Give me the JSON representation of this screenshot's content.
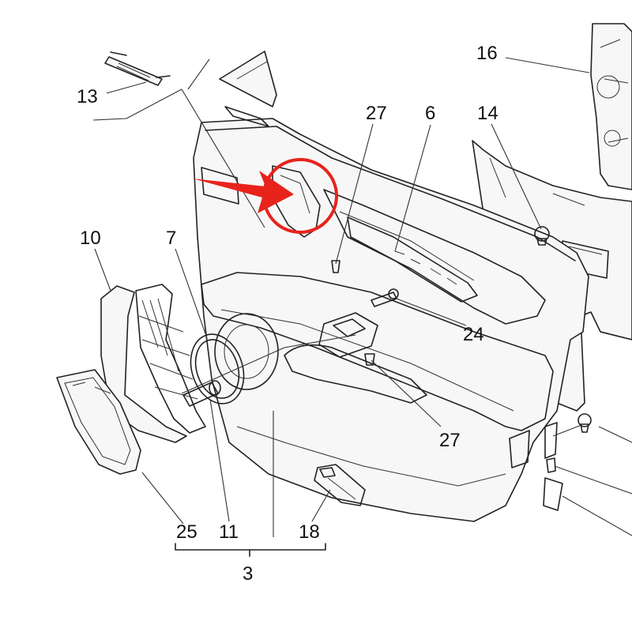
{
  "labels": {
    "p13": "13",
    "p16": "16",
    "p27_top": "27",
    "p6": "6",
    "p14": "14",
    "p10": "10",
    "p7": "7",
    "p24": "24",
    "p27_bottom": "27",
    "p25": "25",
    "p11": "11",
    "p18": "18",
    "p3": "3"
  },
  "colors": {
    "highlight": "#e8231c",
    "ink": "#222222"
  }
}
